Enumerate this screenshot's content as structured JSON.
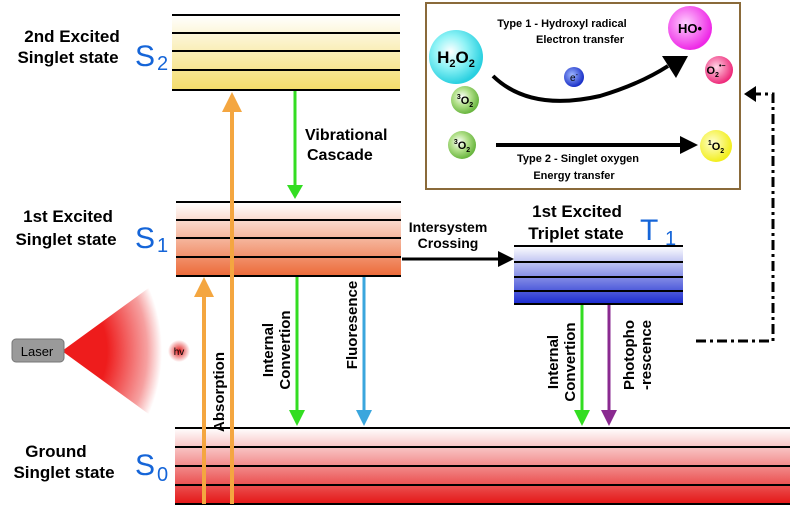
{
  "colors": {
    "s2": "#f4e07a",
    "s1": "#ef7040",
    "s0": "#e82020",
    "t1": "#2233cc",
    "absorption": "#f4a640",
    "vibrational": "#33dd22",
    "internal": "#33dd22",
    "fluorescence": "#3aa6dd",
    "phosphorescence": "#8a2a90",
    "symbol": "#1565d8"
  },
  "states": {
    "s2": {
      "line1": "2nd Excited",
      "line2": "Singlet state",
      "symbol": "S",
      "sub": "2"
    },
    "s1": {
      "line1": "1st Excited",
      "line2": "Singlet state",
      "symbol": "S",
      "sub": "1"
    },
    "s0": {
      "line1": "Ground",
      "line2": "Singlet state",
      "symbol": "S",
      "sub": "0"
    },
    "t1": {
      "line1": "1st Excited",
      "line2": "Triplet state",
      "symbol": "T",
      "sub": "1"
    }
  },
  "transitions": {
    "vibrational_1": "Vibrational",
    "vibrational_2": "Cascade",
    "isc_1": "Intersystem",
    "isc_2": "Crossing",
    "absorption": "Absorption",
    "internal_1": "Internal",
    "internal_2": "Convertion",
    "fluorescence": "Fluoresence",
    "phos_1": "Photopho",
    "phos_2": "-rescence"
  },
  "laser": {
    "label": "Laser",
    "photon": "hv"
  },
  "inset": {
    "type1_1": "Type 1 - Hydroxyl  radical",
    "type1_2": "Electron  transfer",
    "type2_1": "Type 2 - Singlet  oxygen",
    "type2_2": "Energy  transfer",
    "h2o2": {
      "a": "H",
      "b": "2",
      "c": "O",
      "d": "2"
    },
    "o2_top": {
      "pre": "3",
      "main": "O",
      "sub": "2"
    },
    "o2_bottom": {
      "pre": "3",
      "main": "O",
      "sub": "2"
    },
    "electron": {
      "main": "e",
      "sup": "-"
    },
    "hydroxyl": "HO•",
    "superoxide": {
      "main": "O",
      "sub": "2",
      "sup": "•−"
    },
    "singlet_oxygen": {
      "pre": "1",
      "main": "O",
      "sub": "2"
    }
  }
}
